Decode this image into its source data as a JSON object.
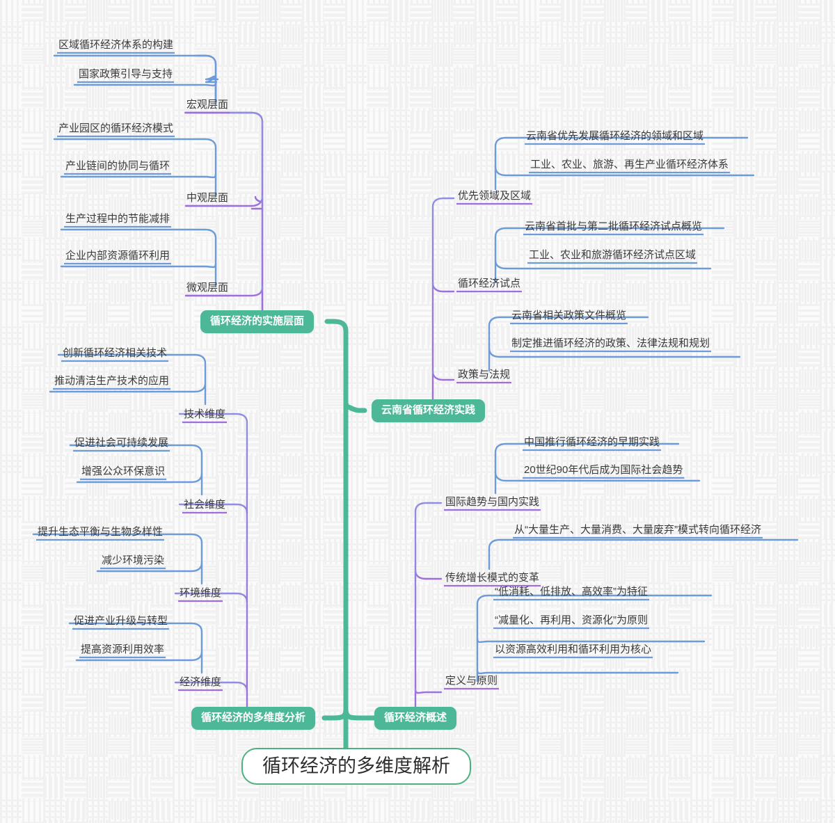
{
  "meta": {
    "title": "循环经济的多维度解析",
    "type": "mindmap",
    "colors": {
      "root_border": "#4fb07f",
      "root_text": "#2e2e2e",
      "branch_fill": "#4cb897",
      "branch_text": "#ffffff",
      "trunk_green": "#4cb897",
      "connector_purple": "#9b6fd8",
      "connector_blue": "#6c9bd8",
      "leaf_text": "#3a3a3a",
      "background": "#fbfbfb"
    }
  },
  "root": {
    "label": "循环经济的多维度解析"
  },
  "branches": [
    {
      "id": "implementation",
      "label": "循环经济的实施层面",
      "topics": [
        {
          "label": "宏观层面",
          "leaves": [
            "区域循环经济体系的构建",
            "国家政策引导与支持"
          ]
        },
        {
          "label": "中观层面",
          "leaves": [
            "产业园区的循环经济模式",
            "产业链间的协同与循环"
          ]
        },
        {
          "label": "微观层面",
          "leaves": [
            "生产过程中的节能减排",
            "企业内部资源循环利用"
          ]
        }
      ]
    },
    {
      "id": "yunnan-practice",
      "label": "云南省循环经济实践",
      "topics": [
        {
          "label": "优先领域及区域",
          "leaves": [
            "云南省优先发展循环经济的领域和区域",
            "工业、农业、旅游、再生产业循环经济体系"
          ]
        },
        {
          "label": "循环经济试点",
          "leaves": [
            "云南省首批与第二批循环经济试点概览",
            "工业、农业和旅游循环经济试点区域"
          ]
        },
        {
          "label": "政策与法规",
          "leaves": [
            "云南省相关政策文件概览",
            "制定推进循环经济的政策、法律法规和规划"
          ]
        }
      ]
    },
    {
      "id": "multidimensional",
      "label": "循环经济的多维度分析",
      "topics": [
        {
          "label": "技术维度",
          "leaves": [
            "创新循环经济相关技术",
            "推动清洁生产技术的应用"
          ]
        },
        {
          "label": "社会维度",
          "leaves": [
            "促进社会可持续发展",
            "增强公众环保意识"
          ]
        },
        {
          "label": "环境维度",
          "leaves": [
            "提升生态平衡与生物多样性",
            "减少环境污染"
          ]
        },
        {
          "label": "经济维度",
          "leaves": [
            "促进产业升级与转型",
            "提高资源利用效率"
          ]
        }
      ]
    },
    {
      "id": "overview",
      "label": "循环经济概述",
      "topics": [
        {
          "label": "国际趋势与国内实践",
          "leaves": [
            "中国推行循环经济的早期实践",
            "20世纪90年代后成为国际社会趋势"
          ]
        },
        {
          "label": "传统增长模式的变革",
          "leaves": [
            "从“大量生产、大量消费、大量废弃”模式转向循环经济"
          ]
        },
        {
          "label": "定义与原则",
          "leaves": [
            "“低消耗、低排放、高效率”为特征",
            "“减量化、再利用、资源化”为原则",
            "以资源高效利用和循环利用为核心"
          ]
        }
      ]
    }
  ]
}
